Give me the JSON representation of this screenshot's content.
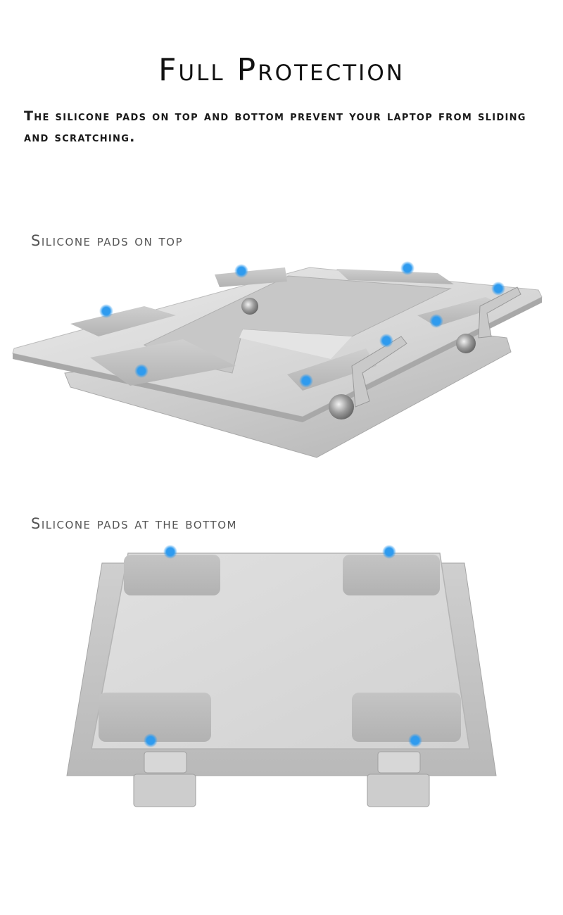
{
  "header": {
    "title": "Full Protection",
    "subtitle": "The silicone pads on top and bottom prevent your laptop from sliding and scratching."
  },
  "sections": [
    {
      "label": "Silicone pads on top"
    },
    {
      "label": "Silicone pads at the bottom"
    }
  ],
  "colors": {
    "accent": "#2f9bef",
    "aluminum": "#d8d8d8",
    "pad": "#bdbdbd"
  }
}
